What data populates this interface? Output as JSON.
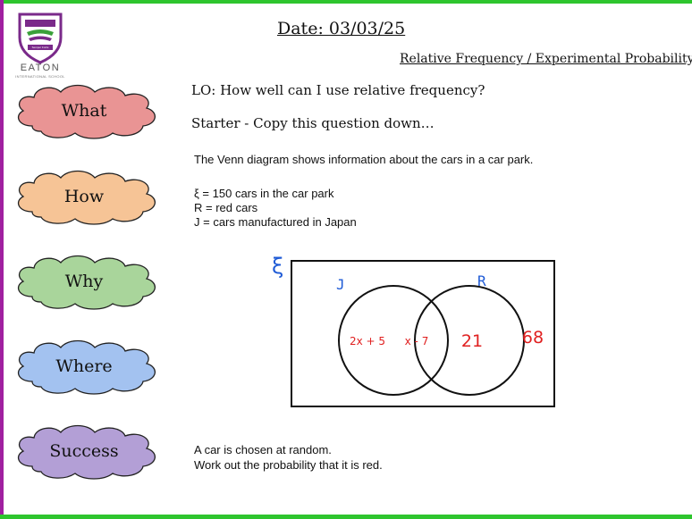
{
  "header": {
    "date": "Date: 03/03/25",
    "topic": "Relative Frequency / Experimental Probability",
    "lo": "LO: How well can I use relative frequency?",
    "starter": "Starter - Copy this question down…"
  },
  "logo": {
    "name": "EATON",
    "subtitle": "INTERNATIONAL SCHOOL",
    "motto": "Semper Fortis"
  },
  "sidebar": {
    "clouds": [
      {
        "label": "What",
        "color": "#e99494"
      },
      {
        "label": "How",
        "color": "#f6c496"
      },
      {
        "label": "Why",
        "color": "#a9d59b"
      },
      {
        "label": "Where",
        "color": "#a3c2f0"
      },
      {
        "label": "Success",
        "color": "#b39fd6"
      }
    ]
  },
  "content": {
    "intro": "The Venn diagram shows information about the cars in a car park.",
    "definitions": [
      "ξ = 150 cars in the car park",
      "R = red cars",
      "J = cars manufactured in Japan"
    ],
    "question": [
      "A car is chosen at random.",
      "Work out the probability that it is red."
    ]
  },
  "venn": {
    "universal_symbol": "ξ",
    "set_j_label": "J",
    "set_r_label": "R",
    "j_only": "2x + 5",
    "intersection": "x - 7",
    "r_only": "21",
    "outside": "68",
    "label_color": "#1f5bd6",
    "value_color": "#e02020"
  }
}
